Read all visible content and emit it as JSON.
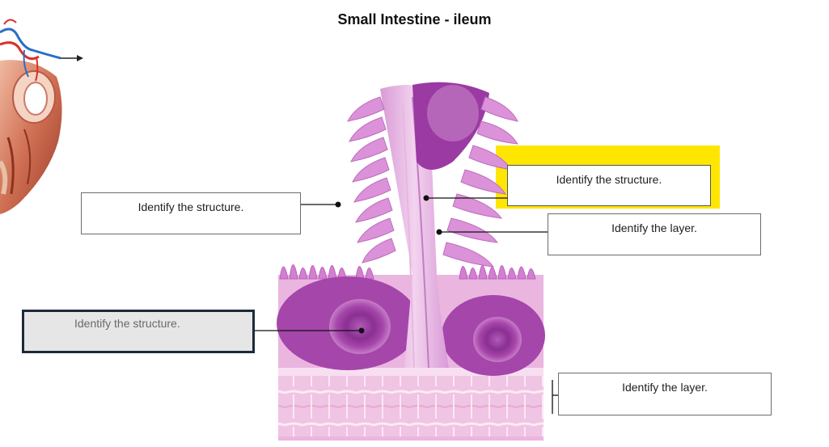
{
  "title": "Small Intestine - ileum",
  "labels": {
    "structure_left": "Identify the structure.",
    "structure_selected": "Identify the structure.",
    "structure_right": "Identify the structure.",
    "layer_upper": "Identify the layer.",
    "layer_lower": "Identify the layer."
  },
  "colors": {
    "highlight": "#ffe600",
    "tissue_pink": "#eab6e0",
    "tissue_purple": "#9d3ca6",
    "selected_border": "#1d2a3a"
  },
  "images": {
    "inset": "intestine-cross-section-illustration",
    "micrograph": "ileum-histology-micrograph"
  }
}
